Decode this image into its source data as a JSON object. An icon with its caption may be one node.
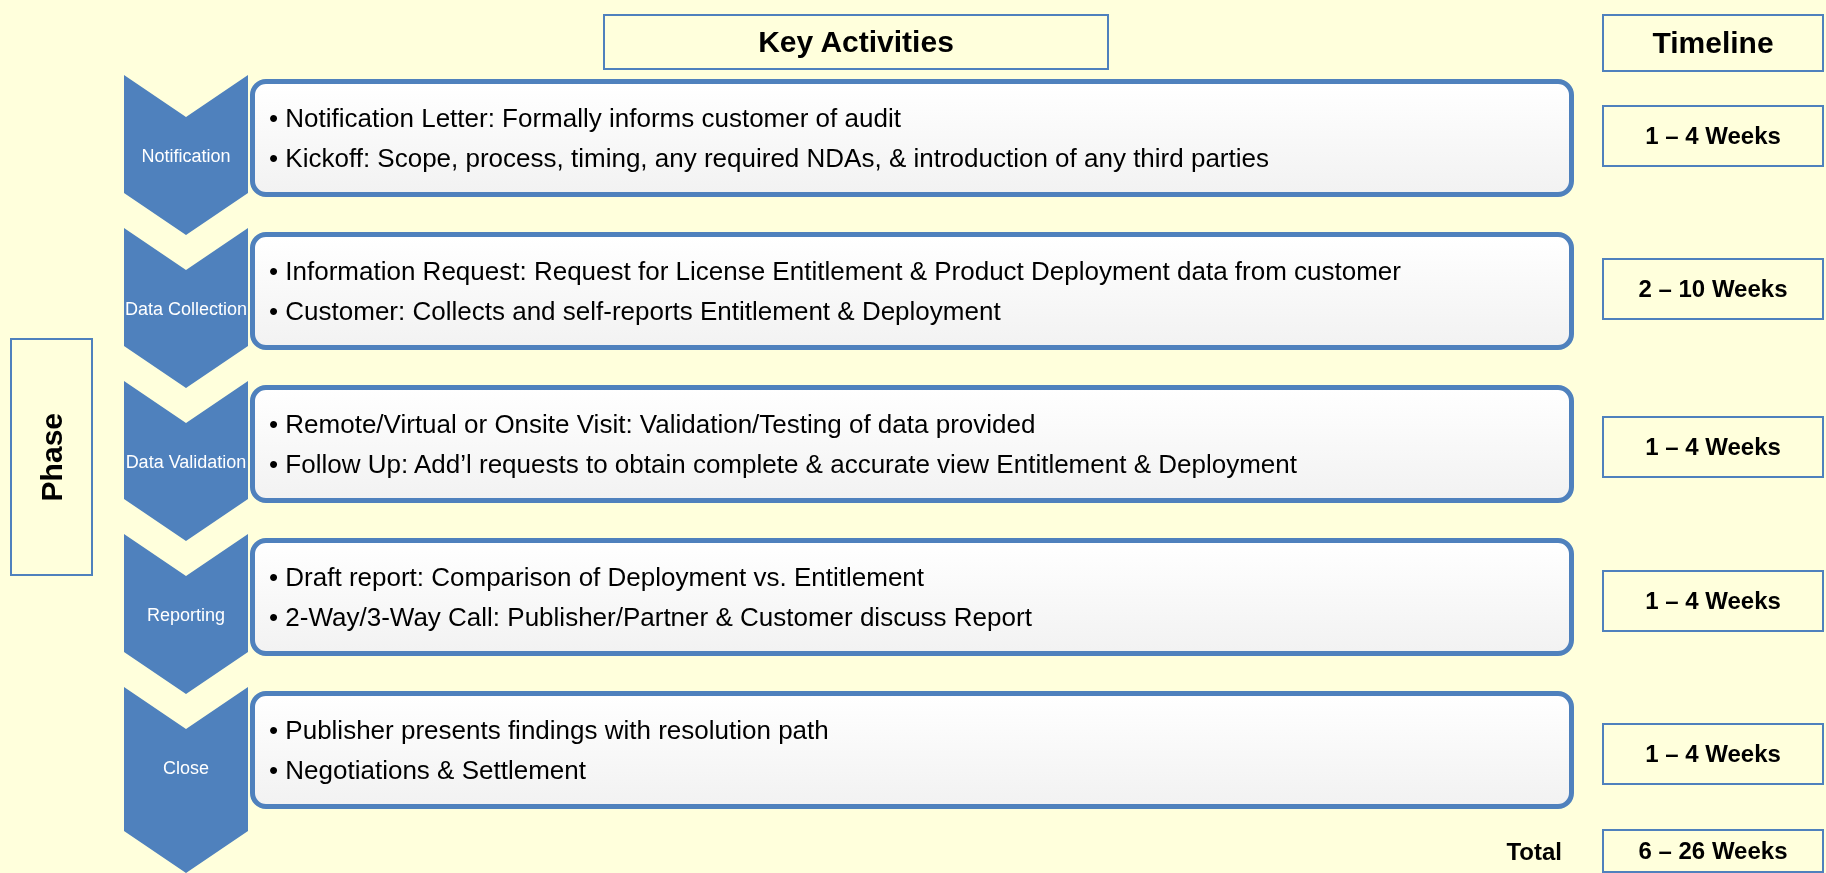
{
  "diagram": {
    "nodes": [
      {
        "text": [
          "Key Activities"
        ]
      },
      {
        "text": [
          "Timeline"
        ]
      },
      {
        "text": [
          "Phase"
        ]
      },
      {
        "text": [
          "Notification"
        ]
      },
      {
        "text": [
          "• Notification Letter:  Formally informs customer of audit",
          "• Kickoff: Scope, process, timing, any required NDAs, & introduction of any third parties"
        ]
      },
      {
        "text": [
          "1 – 4 Weeks"
        ]
      },
      {
        "text": [
          "Data Collection"
        ]
      },
      {
        "text": [
          "• Information Request: Request for License Entitlement & Product Deployment data from customer",
          "• Customer: Collects and self-reports Entitlement & Deployment"
        ]
      },
      {
        "text": [
          "2 – 10 Weeks"
        ]
      },
      {
        "text": [
          "Data Validation"
        ]
      },
      {
        "text": [
          "• Remote/Virtual or Onsite Visit: Validation/Testing of data provided",
          "• Follow Up: Add’l requests to obtain complete & accurate view Entitlement & Deployment"
        ]
      },
      {
        "text": [
          "1 – 4 Weeks"
        ]
      },
      {
        "text": [
          "Reporting"
        ]
      },
      {
        "text": [
          "• Draft report: Comparison of Deployment vs. Entitlement",
          "• 2-Way/3-Way Call: Publisher/Partner & Customer discuss Report"
        ]
      },
      {
        "text": [
          "1 – 4 Weeks"
        ]
      },
      {
        "text": [
          "Close"
        ]
      },
      {
        "text": [
          "• Publisher presents findings with resolution path",
          "• Negotiations & Settlement"
        ]
      },
      {
        "text": [
          "1 – 4 Weeks"
        ]
      },
      {
        "text": [
          "6 – 26 Weeks"
        ],
        "beside": [
          "Total"
        ]
      }
    ]
  }
}
